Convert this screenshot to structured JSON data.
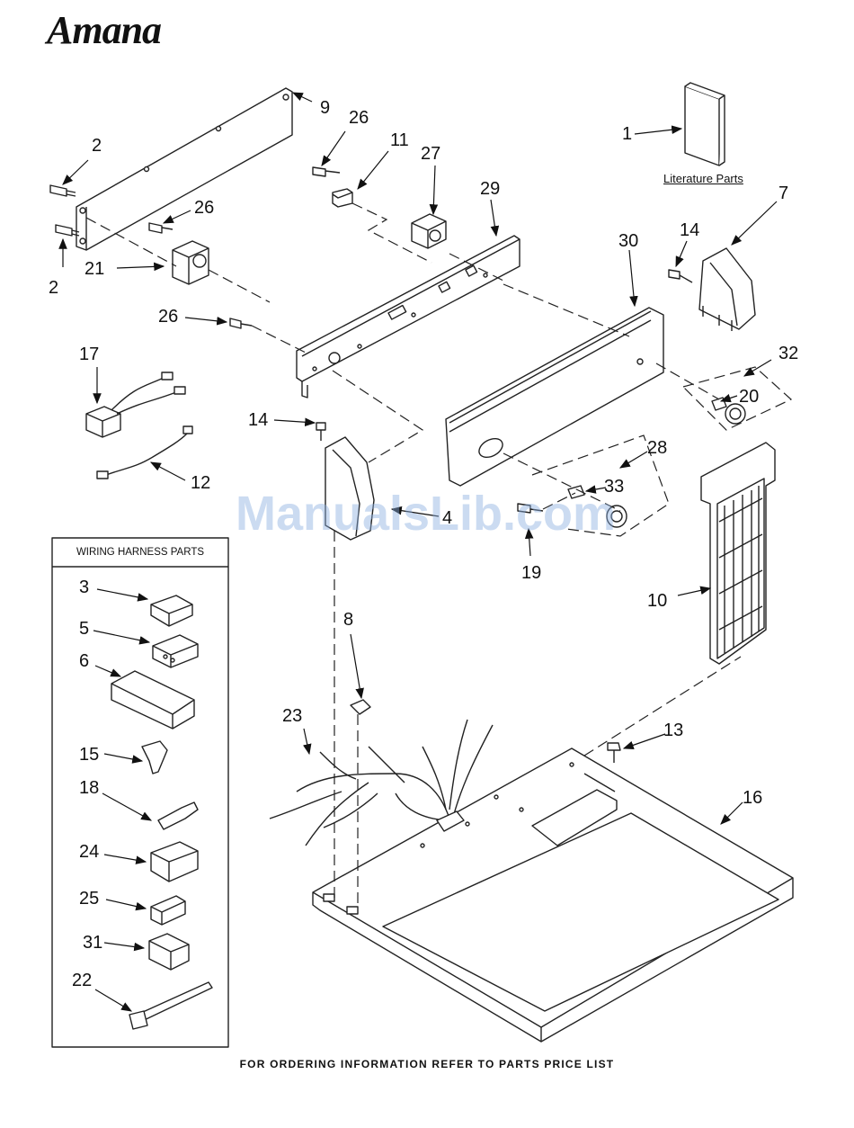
{
  "brand": "Amana",
  "footer_text": "FOR ORDERING INFORMATION REFER TO PARTS PRICE LIST",
  "literature_label": "Literature Parts",
  "harness_box_title": "WIRING HARNESS PARTS",
  "watermark": "ManualsLib.com",
  "callouts": {
    "c1": "1",
    "c2a": "2",
    "c2b": "2",
    "c3": "3",
    "c4": "4",
    "c5": "5",
    "c6": "6",
    "c7": "7",
    "c8": "8",
    "c9": "9",
    "c10": "10",
    "c11": "11",
    "c12": "12",
    "c13": "13",
    "c14a": "14",
    "c14b": "14",
    "c15": "15",
    "c16": "16",
    "c17": "17",
    "c18": "18",
    "c19": "19",
    "c20": "20",
    "c21": "21",
    "c22": "22",
    "c23": "23",
    "c24": "24",
    "c25": "25",
    "c26a": "26",
    "c26b": "26",
    "c26c": "26",
    "c27": "27",
    "c28": "28",
    "c29": "29",
    "c30": "30",
    "c31": "31",
    "c32": "32",
    "c33": "33"
  }
}
